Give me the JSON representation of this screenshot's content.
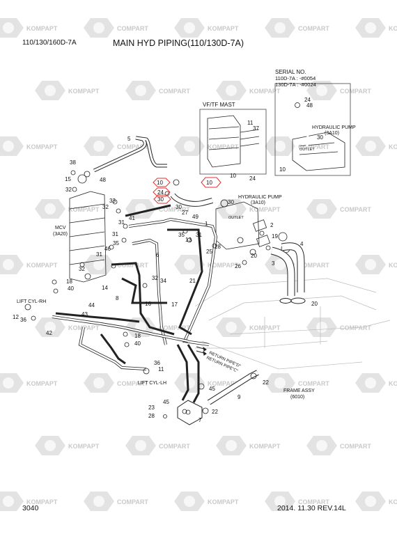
{
  "header": {
    "model_code": "110/130/160D-7A",
    "title": "MAIN HYD PIPING(110/130D-7A)"
  },
  "footer": {
    "page_number": "3040",
    "revision": "2014. 11.30  REV.14L"
  },
  "watermark": {
    "brand_a": "KOMPAPT",
    "brand_b": "COMPART"
  },
  "insets": {
    "serial_no": {
      "title": "SERIAL NO.",
      "line1": "110D-7A :  -#0054",
      "line2": "130D-7A :  -#0024",
      "pump_label": "HYDRAULIC PUMP",
      "pump_ref": "(3A10)",
      "outlet": "OUTLET"
    },
    "vf_tf_mast": {
      "title": "VF/TF MAST"
    }
  },
  "labels": {
    "mcv": "MCV",
    "mcv_ref": "(3A20)",
    "hyd_pump": "HYDRAULIC PUMP",
    "hyd_pump_ref": "(3A10)",
    "outlet": "OUTLET",
    "lift_cyl_rh": "LIFT CYL-RH",
    "lift_cyl_lh": "LIFT CYL-LH",
    "return_pipe_d": "RETURN PIPE\"D\"",
    "return_pipe_c": "RETURN PIPE\"C\"",
    "frame_assy": "FRAME ASSY",
    "frame_ref": "(6010)"
  },
  "callouts": [
    {
      "id": "c1",
      "text": "5"
    },
    {
      "id": "c2",
      "text": "38"
    },
    {
      "id": "c3",
      "text": "15"
    },
    {
      "id": "c4",
      "text": "48"
    },
    {
      "id": "c5",
      "text": "32"
    },
    {
      "id": "c6",
      "text": "10"
    },
    {
      "id": "c7",
      "text": "10"
    },
    {
      "id": "c8",
      "text": "24"
    },
    {
      "id": "c9",
      "text": "30"
    },
    {
      "id": "c10",
      "text": "30"
    },
    {
      "id": "c11",
      "text": "32"
    },
    {
      "id": "c12",
      "text": "33"
    },
    {
      "id": "c13",
      "text": "31"
    },
    {
      "id": "c14",
      "text": "41"
    },
    {
      "id": "c15",
      "text": "27"
    },
    {
      "id": "c16",
      "text": "49"
    },
    {
      "id": "c17",
      "text": "1"
    },
    {
      "id": "c18",
      "text": "35"
    },
    {
      "id": "c19",
      "text": "13"
    },
    {
      "id": "c20",
      "text": "31"
    },
    {
      "id": "c21",
      "text": "28"
    },
    {
      "id": "c22",
      "text": "25"
    },
    {
      "id": "c23",
      "text": "2"
    },
    {
      "id": "c24",
      "text": "19"
    },
    {
      "id": "c25",
      "text": "4"
    },
    {
      "id": "c26",
      "text": "31"
    },
    {
      "id": "c27",
      "text": "35"
    },
    {
      "id": "c28",
      "text": "46"
    },
    {
      "id": "c29",
      "text": "31"
    },
    {
      "id": "c30",
      "text": "6"
    },
    {
      "id": "c31",
      "text": "20"
    },
    {
      "id": "c32",
      "text": "3"
    },
    {
      "id": "c33",
      "text": "26"
    },
    {
      "id": "c34",
      "text": "32"
    },
    {
      "id": "c35",
      "text": "18"
    },
    {
      "id": "c36",
      "text": "40"
    },
    {
      "id": "c37",
      "text": "34"
    },
    {
      "id": "c38",
      "text": "14"
    },
    {
      "id": "c39",
      "text": "32"
    },
    {
      "id": "c40",
      "text": "21"
    },
    {
      "id": "c41",
      "text": "8"
    },
    {
      "id": "c42",
      "text": "44"
    },
    {
      "id": "c43",
      "text": "16"
    },
    {
      "id": "c44",
      "text": "17"
    },
    {
      "id": "c45",
      "text": "20"
    },
    {
      "id": "c46",
      "text": "12"
    },
    {
      "id": "c47",
      "text": "36"
    },
    {
      "id": "c48",
      "text": "43"
    },
    {
      "id": "c49",
      "text": "42"
    },
    {
      "id": "c50",
      "text": "18"
    },
    {
      "id": "c51",
      "text": "40"
    },
    {
      "id": "c52",
      "text": "36"
    },
    {
      "id": "c53",
      "text": "11"
    },
    {
      "id": "c54",
      "text": "45"
    },
    {
      "id": "c55",
      "text": "22"
    },
    {
      "id": "c56",
      "text": "9"
    },
    {
      "id": "c57",
      "text": "45"
    },
    {
      "id": "c58",
      "text": "23"
    },
    {
      "id": "c59",
      "text": "28"
    },
    {
      "id": "c60",
      "text": "7"
    },
    {
      "id": "c61",
      "text": "22"
    },
    {
      "id": "c62",
      "text": "11"
    },
    {
      "id": "c63",
      "text": "37"
    },
    {
      "id": "c64",
      "text": "24"
    },
    {
      "id": "c65",
      "text": "48"
    },
    {
      "id": "c66",
      "text": "30"
    },
    {
      "id": "c67",
      "text": "10"
    },
    {
      "id": "c68",
      "text": "10"
    },
    {
      "id": "c69",
      "text": "24"
    },
    {
      "id": "c70",
      "text": "30"
    }
  ],
  "colors": {
    "line": "#222222",
    "highlight": "#e03030",
    "watermark": "#d0d0d0"
  }
}
